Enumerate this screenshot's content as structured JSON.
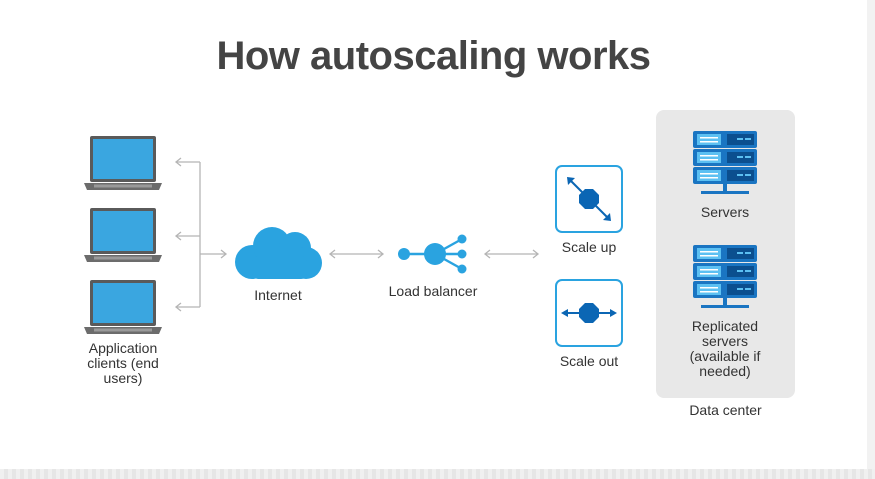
{
  "title": "How autoscaling works",
  "nodes": {
    "clients": "Application clients (end users)",
    "internet": "Internet",
    "load_balancer": "Load balancer",
    "scale_up": "Scale up",
    "scale_out": "Scale out",
    "servers": "Servers",
    "replicated_servers": "Replicated servers (available if needed)",
    "data_center": "Data center"
  },
  "colors": {
    "title": "#444444",
    "laptop_screen": "#3aa6e0",
    "laptop_frame": "#5a5a5a",
    "cloud": "#2aa3e0",
    "load_balancer": "#2aa3e0",
    "scale_box_border": "#2aa3e0",
    "scale_glyph": "#0b66b4",
    "server": "#1a75c2",
    "arrow": "#b5b5b5",
    "panel": "#e8e8e8"
  },
  "icons": [
    "laptop-icon",
    "cloud-icon",
    "load-balancer-icon",
    "scale-up-icon",
    "scale-out-icon",
    "server-rack-icon"
  ]
}
